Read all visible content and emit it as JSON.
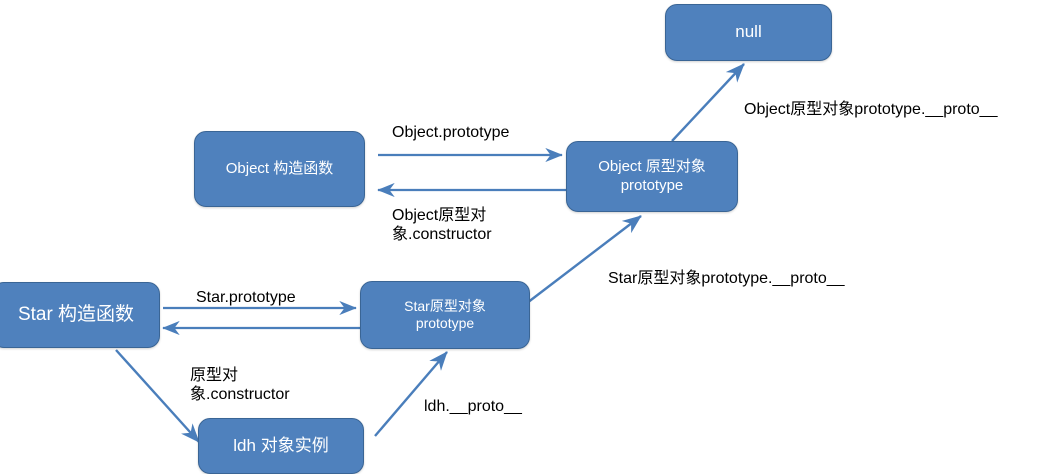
{
  "diagram": {
    "title": "JavaScript prototype chain diagram",
    "colors": {
      "node_fill": "#4f81bd",
      "node_border": "#3a6595",
      "node_text": "#ffffff",
      "arrow": "#4a7ebb",
      "label_text": "#000000",
      "background": "#ffffff"
    },
    "nodes": [
      {
        "id": "null",
        "label": "null"
      },
      {
        "id": "object-ctor",
        "label": "Object 构造函数"
      },
      {
        "id": "object-proto",
        "label": "Object 原型对象\nprototype"
      },
      {
        "id": "star-ctor",
        "label": "Star 构造函数"
      },
      {
        "id": "star-proto",
        "label": "Star原型对象\nprototype"
      },
      {
        "id": "ldh",
        "label": "ldh 对象实例"
      }
    ],
    "edges": [
      {
        "id": "object-prototype",
        "from": "object-ctor",
        "to": "object-proto",
        "label": "Object.prototype"
      },
      {
        "id": "object-constructor",
        "from": "object-proto",
        "to": "object-ctor",
        "label": "Object原型对\n象.constructor"
      },
      {
        "id": "object-proto-proto",
        "from": "object-proto",
        "to": "null",
        "label": "Object原型对象prototype.__proto__"
      },
      {
        "id": "star-prototype",
        "from": "star-ctor",
        "to": "star-proto",
        "label": "Star.prototype"
      },
      {
        "id": "star-constructor",
        "from": "star-proto",
        "to": "star-ctor",
        "label": "原型对\n象.constructor"
      },
      {
        "id": "star-proto-proto",
        "from": "star-proto",
        "to": "object-proto",
        "label": "Star原型对象prototype.__proto__"
      },
      {
        "id": "star-new-ldh",
        "from": "star-ctor",
        "to": "ldh",
        "label": ""
      },
      {
        "id": "ldh-proto",
        "from": "ldh",
        "to": "star-proto",
        "label": "ldh.__proto__"
      }
    ]
  }
}
